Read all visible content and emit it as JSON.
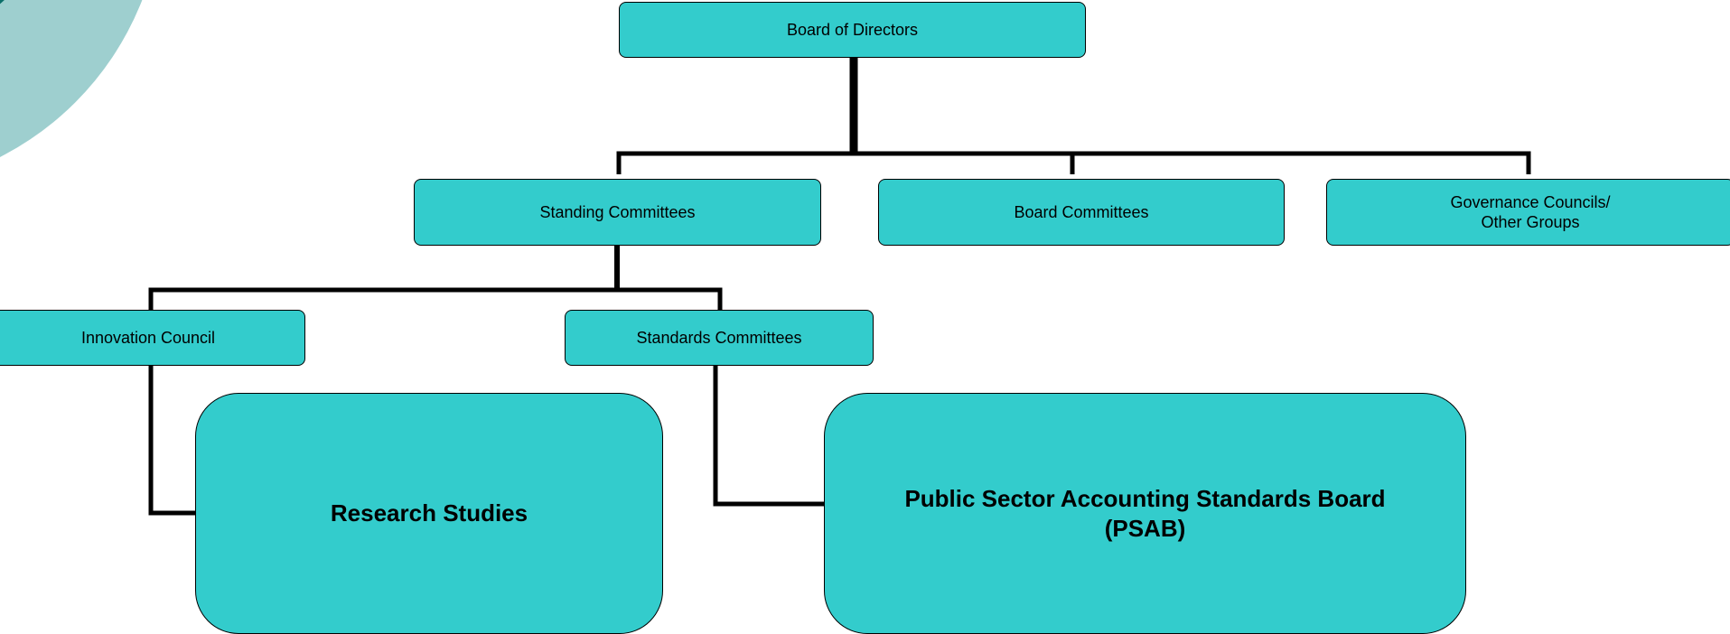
{
  "colors": {
    "node_fill": "#33cccc",
    "node_border": "#000000",
    "connector": "#000000",
    "decor_dark": "#0b6e69",
    "decor_light": "#9ecfcf"
  },
  "decor": {
    "name": "corner-arcs-graphic"
  },
  "org_chart": {
    "board": "Board of Directors",
    "standing_committees": "Standing Committees",
    "board_committees": "Board Committees",
    "governance_councils": "Governance Councils/\nOther Groups",
    "innovation_council": "Innovation Council",
    "standards_committees": "Standards Committees",
    "research_studies": "Research Studies",
    "psab": "Public Sector Accounting Standards Board\n(PSAB)"
  }
}
